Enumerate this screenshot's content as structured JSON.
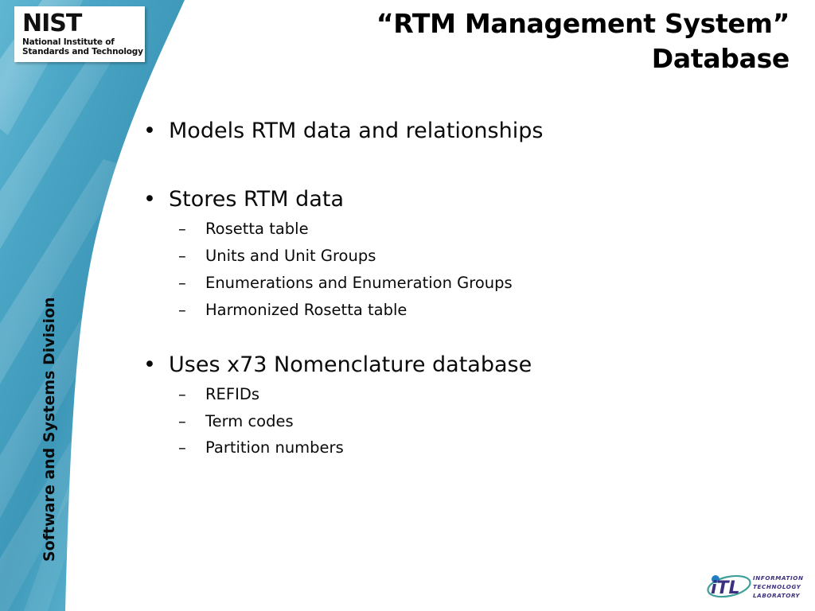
{
  "slide": {
    "title_line1": "“RTM Management System”",
    "title_line2": "Database",
    "division_label": "Software and Systems Division",
    "background_color": "#ffffff",
    "band_color_light": "#8fd0e0",
    "band_color_mid": "#55b0cd",
    "band_color_dark": "#3d97b8",
    "text_color": "#0a0a0a"
  },
  "nist_logo": {
    "wordmark": "NIST",
    "subtitle_line1": "National Institute of",
    "subtitle_line2": "Standards and Technology"
  },
  "itl_logo": {
    "wordmark": "iTL",
    "line1": "INFORMATION",
    "line2": "TECHNOLOGY",
    "line3": "LABORATORY",
    "mark_color": "#3b2f7f",
    "dot_color": "#1f7ec4",
    "swoosh_color": "#3f9f9a"
  },
  "content": {
    "bullet_marker_level1": "•",
    "bullet_marker_level2": "–",
    "groups": [
      {
        "heading": "Models RTM data and relationships",
        "items": []
      },
      {
        "heading": "Stores RTM data",
        "items": [
          "Rosetta table",
          "Units and Unit Groups",
          "Enumerations and Enumeration Groups",
          "Harmonized Rosetta table"
        ]
      },
      {
        "heading": "Uses x73 Nomenclature database",
        "items": [
          "REFIDs",
          "Term codes",
          "Partition numbers"
        ]
      }
    ]
  }
}
